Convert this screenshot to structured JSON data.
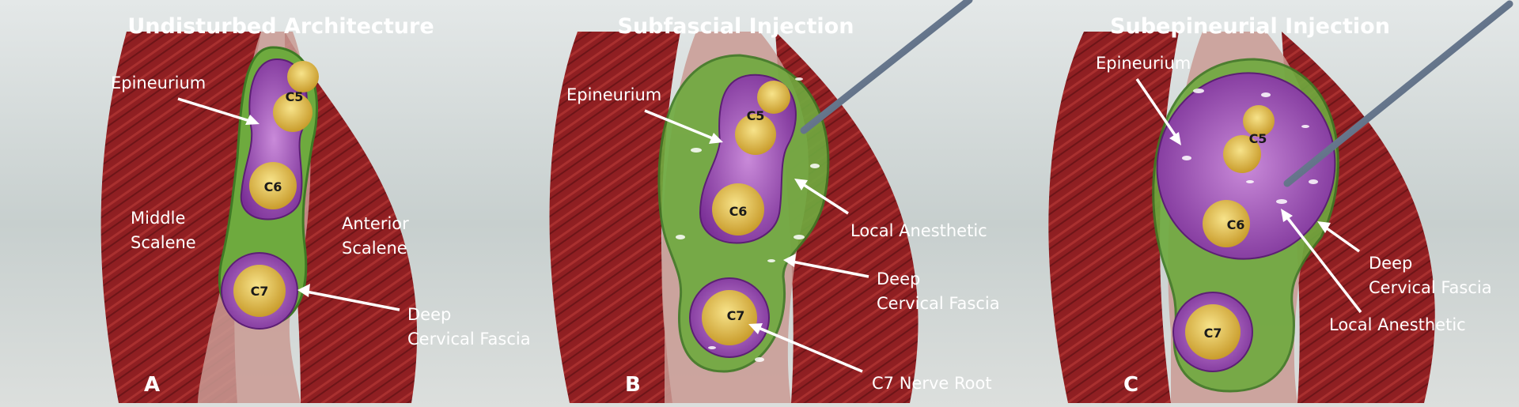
{
  "panels": [
    {
      "title": "Undisturbed Architecture",
      "letter": "A",
      "roots": [
        "C5",
        "C6",
        "C7"
      ],
      "labels": {
        "epineurium": "Epineurium",
        "middle_scalene": [
          "Middle",
          "Scalene"
        ],
        "anterior_scalene": [
          "Anterior",
          "Scalene"
        ],
        "deep_fascia": [
          "Deep",
          "Cervical Fascia"
        ]
      }
    },
    {
      "title": "Subfascial Injection",
      "letter": "B",
      "roots": [
        "C5",
        "C6",
        "C7"
      ],
      "labels": {
        "epineurium": "Epineurium",
        "local_anesthetic": "Local Anesthetic",
        "deep_fascia": [
          "Deep",
          "Cervical Fascia"
        ],
        "c7_root": "C7 Nerve Root"
      }
    },
    {
      "title": "Subepineurial Injection",
      "letter": "C",
      "roots": [
        "C5",
        "C6",
        "C7"
      ],
      "labels": {
        "epineurium": "Epineurium",
        "deep_fascia": [
          "Deep",
          "Cervical Fascia"
        ],
        "local_anesthetic": "Local Anesthetic"
      }
    }
  ],
  "colors": {
    "muscle": "#8f1f22",
    "muscle_dark": "#6d1518",
    "fascia": "#6eaa3e",
    "epineurium": "#9a4fb5",
    "nerve_core": "#e6c34a",
    "needle": "#5d7088"
  }
}
